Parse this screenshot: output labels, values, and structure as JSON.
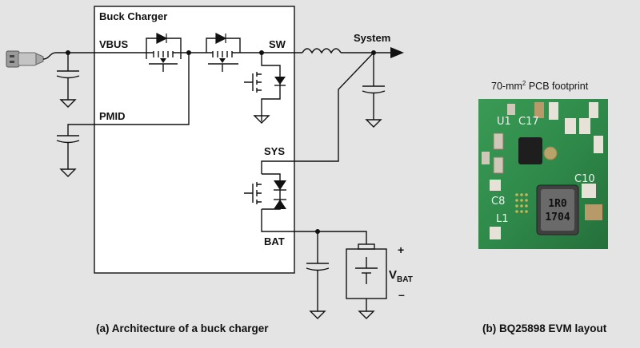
{
  "labels": {
    "box_title": "Buck Charger",
    "vbus": "VBUS",
    "pmid": "PMID",
    "sw": "SW",
    "system": "System",
    "sys": "SYS",
    "bat": "BAT",
    "vbat_main": "V",
    "vbat_sub": "BAT",
    "plus": "+",
    "minus": "–"
  },
  "pcb": {
    "title_pre": "70-mm",
    "title_sup": "2",
    "title_post": " PCB footprint",
    "silkscreen": [
      "U1",
      "C17",
      "C10",
      "C8",
      "L1"
    ],
    "inductor_lines": [
      "1R0",
      "1704"
    ]
  },
  "captions": {
    "left": "(a) Architecture of a buck charger",
    "right": "(b) BQ25898 EVM layout"
  },
  "colors": {
    "background": "#e4e4e4",
    "box_fill": "#ffffff",
    "pcb_green": "#2f8a4a",
    "line": "#111111"
  }
}
